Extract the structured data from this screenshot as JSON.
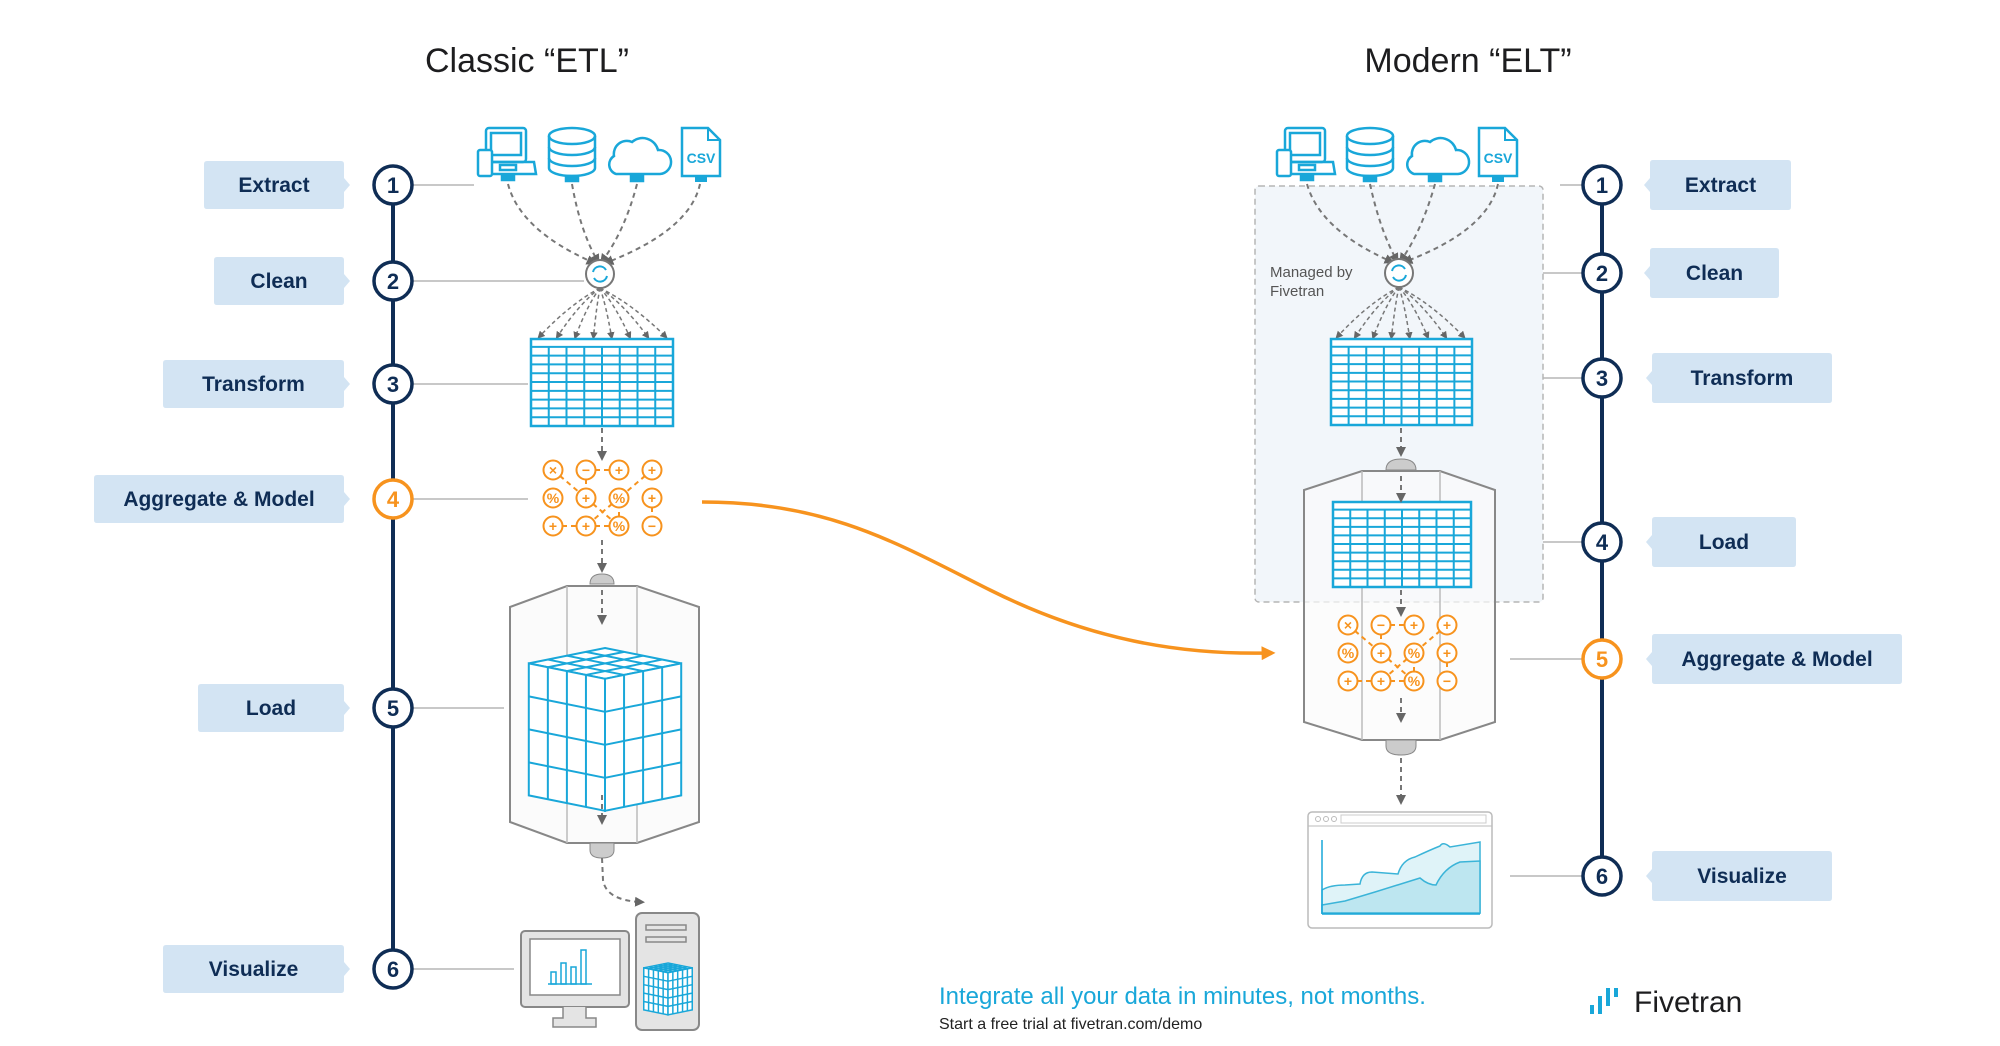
{
  "colors": {
    "accent_blue": "#19a7d9",
    "navy": "#0f2d55",
    "orange": "#f7931e",
    "label_bg": "#d3e4f3",
    "connector": "#c8c8c8",
    "managed_bg": "#f2f6fa"
  },
  "etl": {
    "title": "Classic “ETL”",
    "steps": [
      {
        "num": "1",
        "label": "Extract",
        "highlight": false
      },
      {
        "num": "2",
        "label": "Clean",
        "highlight": false
      },
      {
        "num": "3",
        "label": "Transform",
        "highlight": false
      },
      {
        "num": "4",
        "label": "Aggregate & Model",
        "highlight": true
      },
      {
        "num": "5",
        "label": "Load",
        "highlight": false
      },
      {
        "num": "6",
        "label": "Visualize",
        "highlight": false
      }
    ],
    "sources": [
      "laptop-mobile-icon",
      "database-icon",
      "cloud-icon",
      "csv-file-icon"
    ],
    "csv_label": "CSV",
    "operators": [
      [
        "×",
        "−",
        "+",
        "+"
      ],
      [
        "%",
        "+",
        "%",
        "+"
      ],
      [
        "+",
        "+",
        "%",
        "−"
      ]
    ]
  },
  "elt": {
    "title": "Modern “ELT”",
    "steps": [
      {
        "num": "1",
        "label": "Extract",
        "highlight": false
      },
      {
        "num": "2",
        "label": "Clean",
        "highlight": false
      },
      {
        "num": "3",
        "label": "Transform",
        "highlight": false
      },
      {
        "num": "4",
        "label": "Load",
        "highlight": false
      },
      {
        "num": "5",
        "label": "Aggregate & Model",
        "highlight": true
      },
      {
        "num": "6",
        "label": "Visualize",
        "highlight": false
      }
    ],
    "managed_label_line1": "Managed by",
    "managed_label_line2": "Fivetran",
    "csv_label": "CSV",
    "operators": [
      [
        "×",
        "−",
        "+",
        "+"
      ],
      [
        "%",
        "+",
        "%",
        "+"
      ],
      [
        "+",
        "+",
        "%",
        "−"
      ]
    ]
  },
  "footer": {
    "tagline": "Integrate all your data in minutes, not months.",
    "subline": "Start a free trial at fivetran.com/demo",
    "logo_text": "Fivetran"
  }
}
